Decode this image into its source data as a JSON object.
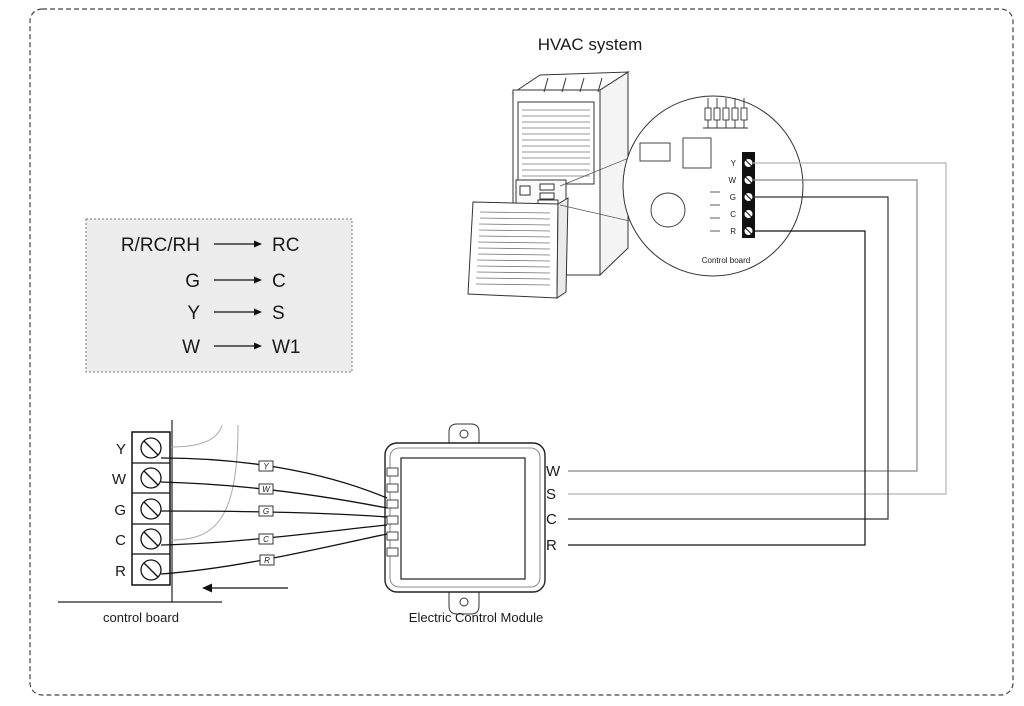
{
  "title": "HVAC system",
  "mapping": [
    {
      "from": "R/RC/RH",
      "to": "RC"
    },
    {
      "from": "G",
      "to": "C"
    },
    {
      "from": "Y",
      "to": "S"
    },
    {
      "from": "W",
      "to": "W1"
    }
  ],
  "hvac_board": {
    "label": "Control board",
    "terminals": [
      "Y",
      "W",
      "G",
      "C",
      "R"
    ]
  },
  "local_board": {
    "label": "control board",
    "terminals": [
      "Y",
      "W",
      "G",
      "C",
      "R"
    ],
    "wire_tags": [
      "Y",
      "W",
      "G",
      "C",
      "R"
    ]
  },
  "module": {
    "label": "Electric Control Module",
    "terminals": [
      "W",
      "S",
      "C",
      "R"
    ]
  }
}
